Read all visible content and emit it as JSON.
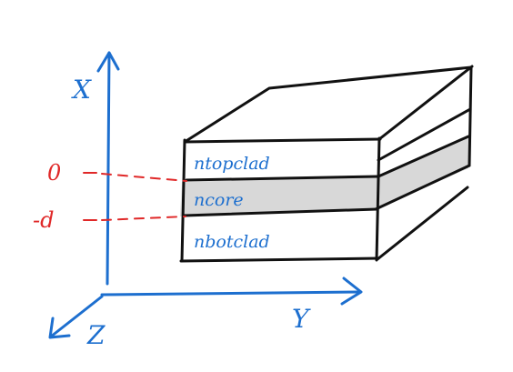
{
  "colors": {
    "ink": "#111111",
    "axis_blue": "#1d6fcf",
    "marker_red": "#e02828",
    "core_fill": "#d8d8d8",
    "background": "#ffffff"
  },
  "axes": {
    "x_label": "X",
    "y_label": "Y",
    "z_label": "Z"
  },
  "markers": {
    "top_label": "0",
    "bottom_label": "-d"
  },
  "layers": {
    "top_cladding": "ntopclad",
    "core": "ncore",
    "bottom_cladding": "nbotclad"
  }
}
